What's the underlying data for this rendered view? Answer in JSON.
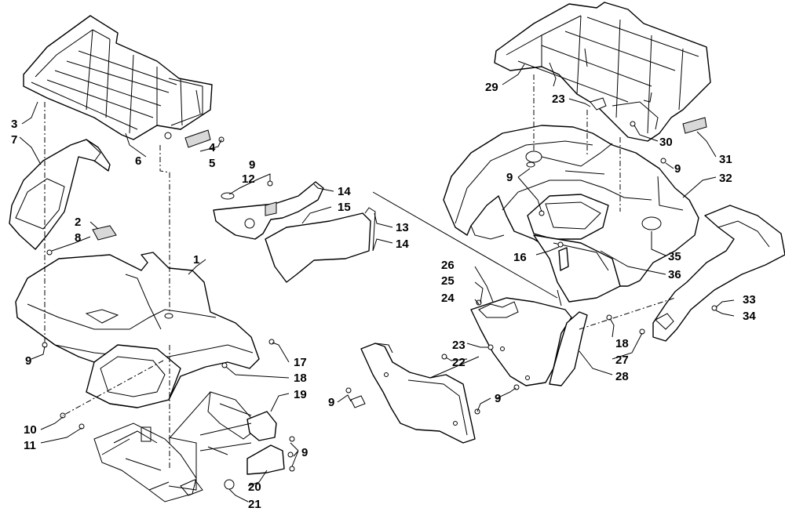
{
  "callouts": [
    {
      "id": "c1",
      "text": "1"
    },
    {
      "id": "c2",
      "text": "2"
    },
    {
      "id": "c3",
      "text": "3"
    },
    {
      "id": "c4",
      "text": "4"
    },
    {
      "id": "c5",
      "text": "5"
    },
    {
      "id": "c6",
      "text": "6"
    },
    {
      "id": "c7",
      "text": "7"
    },
    {
      "id": "c8",
      "text": "8"
    },
    {
      "id": "c9a",
      "text": "9"
    },
    {
      "id": "c9b",
      "text": "9"
    },
    {
      "id": "c9c",
      "text": "9"
    },
    {
      "id": "c9d",
      "text": "9"
    },
    {
      "id": "c9e",
      "text": "9"
    },
    {
      "id": "c9f",
      "text": "9"
    },
    {
      "id": "c9g",
      "text": "9"
    },
    {
      "id": "c10",
      "text": "10"
    },
    {
      "id": "c11",
      "text": "11"
    },
    {
      "id": "c12",
      "text": "12"
    },
    {
      "id": "c13",
      "text": "13"
    },
    {
      "id": "c14a",
      "text": "14"
    },
    {
      "id": "c14b",
      "text": "14"
    },
    {
      "id": "c15",
      "text": "15"
    },
    {
      "id": "c16",
      "text": "16"
    },
    {
      "id": "c17",
      "text": "17"
    },
    {
      "id": "c18a",
      "text": "18"
    },
    {
      "id": "c18b",
      "text": "18"
    },
    {
      "id": "c19",
      "text": "19"
    },
    {
      "id": "c20",
      "text": "20"
    },
    {
      "id": "c21",
      "text": "21"
    },
    {
      "id": "c22",
      "text": "22"
    },
    {
      "id": "c23a",
      "text": "23"
    },
    {
      "id": "c23b",
      "text": "23"
    },
    {
      "id": "c24",
      "text": "24"
    },
    {
      "id": "c25",
      "text": "25"
    },
    {
      "id": "c26",
      "text": "26"
    },
    {
      "id": "c27",
      "text": "27"
    },
    {
      "id": "c28",
      "text": "28"
    },
    {
      "id": "c29",
      "text": "29"
    },
    {
      "id": "c30",
      "text": "30"
    },
    {
      "id": "c31",
      "text": "31"
    },
    {
      "id": "c32",
      "text": "32"
    },
    {
      "id": "c33",
      "text": "33"
    },
    {
      "id": "c34",
      "text": "34"
    },
    {
      "id": "c35",
      "text": "35"
    },
    {
      "id": "c36",
      "text": "36"
    }
  ]
}
